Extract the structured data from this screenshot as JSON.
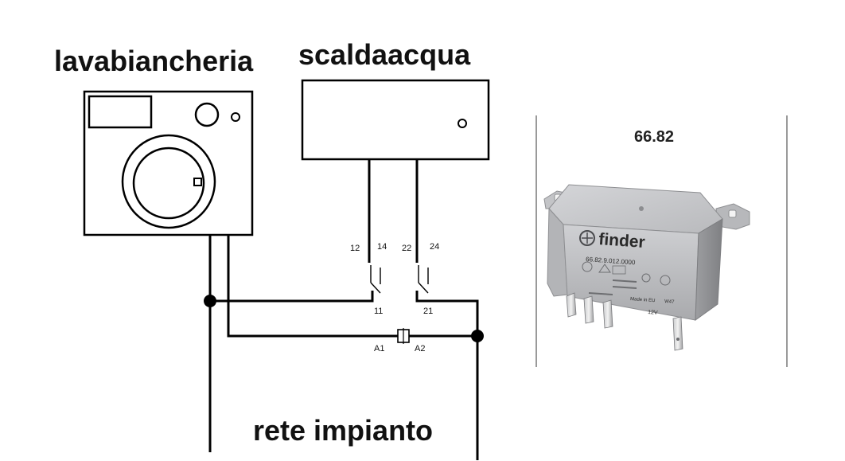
{
  "labels": {
    "washing_machine": "lavabiancheria",
    "water_heater": "scaldaacqua",
    "mains": "rete impianto"
  },
  "terminals": {
    "t12": "12",
    "t14": "14",
    "t22": "22",
    "t24": "24",
    "t11": "11",
    "t21": "21",
    "a1": "A1",
    "a2": "A2"
  },
  "relay": {
    "model": "66.82",
    "brand": "finder",
    "code": "66.82.9.012.0000",
    "voltage": "12V",
    "origin": "Made in EU",
    "week": "W47"
  }
}
